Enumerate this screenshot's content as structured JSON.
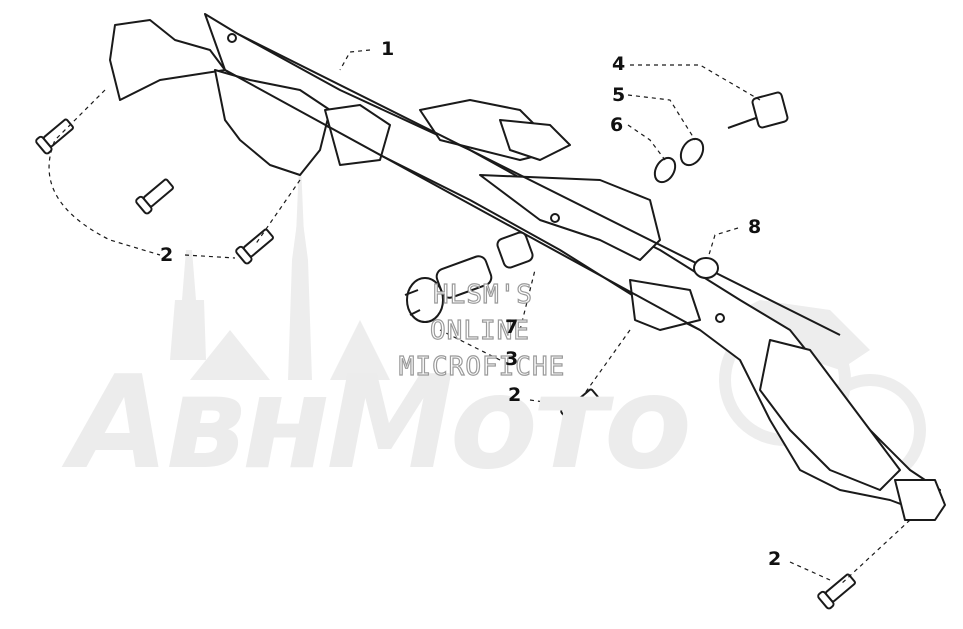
{
  "callouts": [
    {
      "id": "c1",
      "label": "1"
    },
    {
      "id": "c2a",
      "label": "2"
    },
    {
      "id": "c2b",
      "label": "2"
    },
    {
      "id": "c2c",
      "label": "2"
    },
    {
      "id": "c3",
      "label": "3"
    },
    {
      "id": "c4",
      "label": "4"
    },
    {
      "id": "c5",
      "label": "5"
    },
    {
      "id": "c6",
      "label": "6"
    },
    {
      "id": "c7",
      "label": "7"
    },
    {
      "id": "c8",
      "label": "8"
    }
  ],
  "watermark": {
    "line1": "HLSM'S",
    "line2": "ONLINE",
    "line3": "MICROFICHE",
    "logo": "АвнМото"
  },
  "colors": {
    "line": "#1a1a1a",
    "watermark": "#e6e6e6",
    "background": "#ffffff"
  }
}
